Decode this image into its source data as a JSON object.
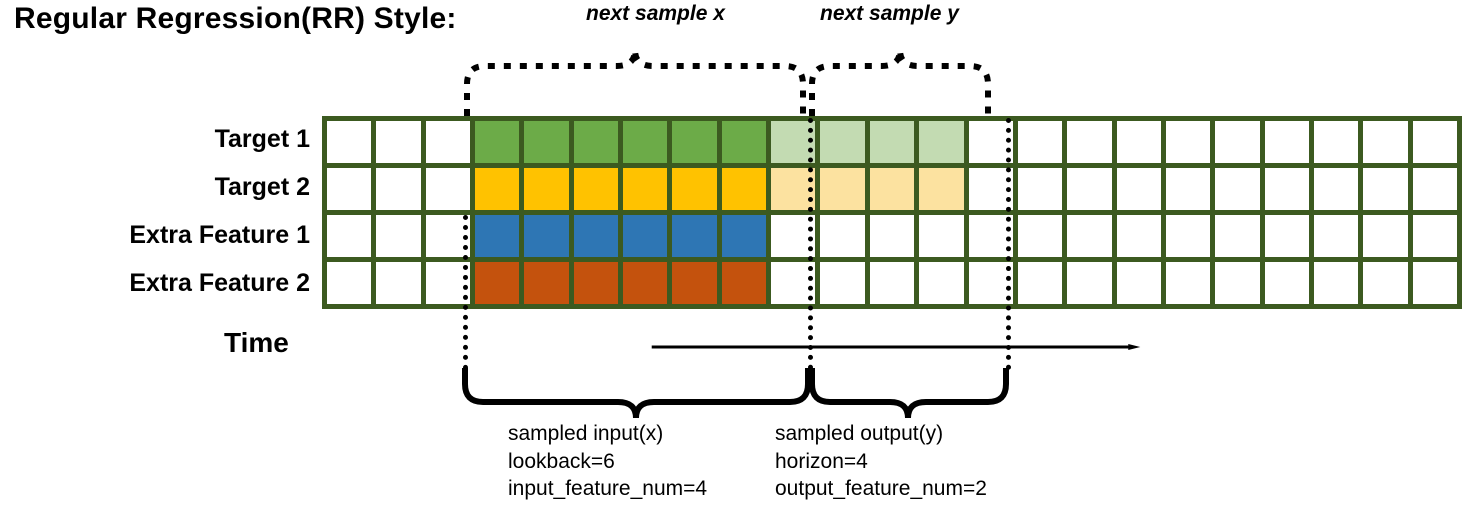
{
  "title": "Regular Regression(RR) Style:",
  "row_labels": [
    "Target 1",
    "Target 2",
    "Extra Feature 1",
    "Extra Feature 2"
  ],
  "time_axis": {
    "label": "Time",
    "icon": "arrow-right-icon"
  },
  "top_braces": [
    {
      "caption": "next sample x"
    },
    {
      "caption": "next sample y"
    }
  ],
  "bottom_braces": [
    {
      "caption": "sampled input(x)",
      "line2": "lookback=6",
      "line3": "input_feature_num=4"
    },
    {
      "caption": "sampled output(y)",
      "line2": "horizon=4",
      "line3": "output_feature_num=2"
    }
  ],
  "grid": {
    "columns": 23,
    "rows": 4,
    "lead_blank_cols": 3,
    "input_cols": 6,
    "output_cols": 4,
    "trail_blank_cols": 10,
    "cell_states": [
      [
        "blank",
        "blank",
        "blank",
        "input",
        "input",
        "input",
        "input",
        "input",
        "input",
        "output",
        "output",
        "output",
        "output",
        "blank",
        "blank",
        "blank",
        "blank",
        "blank",
        "blank",
        "blank",
        "blank",
        "blank",
        "blank"
      ],
      [
        "blank",
        "blank",
        "blank",
        "input",
        "input",
        "input",
        "input",
        "input",
        "input",
        "output",
        "output",
        "output",
        "output",
        "blank",
        "blank",
        "blank",
        "blank",
        "blank",
        "blank",
        "blank",
        "blank",
        "blank",
        "blank"
      ],
      [
        "blank",
        "blank",
        "blank",
        "input",
        "input",
        "input",
        "input",
        "input",
        "input",
        "blank",
        "blank",
        "blank",
        "blank",
        "blank",
        "blank",
        "blank",
        "blank",
        "blank",
        "blank",
        "blank",
        "blank",
        "blank",
        "blank"
      ],
      [
        "blank",
        "blank",
        "blank",
        "input",
        "input",
        "input",
        "input",
        "input",
        "input",
        "blank",
        "blank",
        "blank",
        "blank",
        "blank",
        "blank",
        "blank",
        "blank",
        "blank",
        "blank",
        "blank",
        "blank",
        "blank",
        "blank"
      ]
    ]
  },
  "colors": {
    "grid_border": "#3C5A20",
    "target1_input": "#6CAB48",
    "target1_output": "#C3DBB2",
    "target2_input": "#FFC200",
    "target2_output": "#FCE2A0",
    "extra_feature1": "#2E76B4",
    "extra_feature2": "#C4520D",
    "blank": "#FFFFFF",
    "ink": "#000000"
  }
}
